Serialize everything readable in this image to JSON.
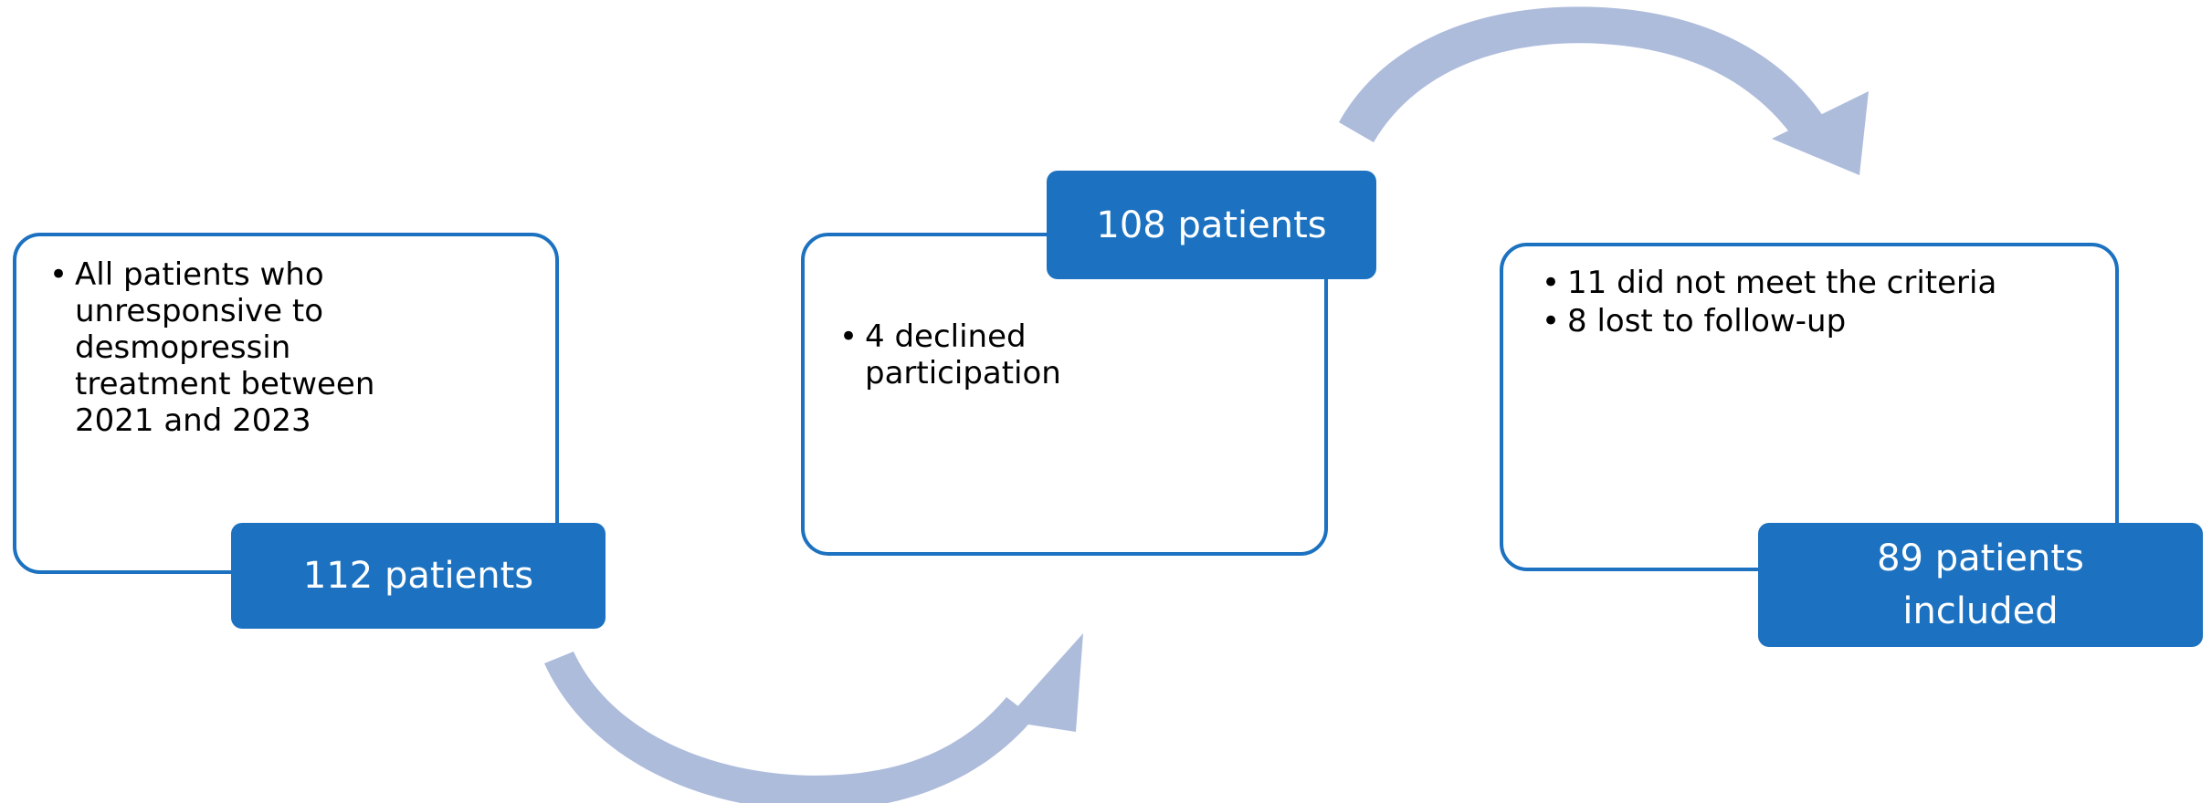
{
  "diagram": {
    "type": "patient-flow-consort",
    "accent_color": "#1C72C0",
    "arrow_color": "#AEBCDC",
    "text_color": "#000000",
    "badge_text_color": "#FFFFFF",
    "background_color": "#FFFFFF"
  },
  "stages": [
    {
      "id": "screened",
      "criteria": [
        "All patients who unresponsive to desmopressin treatment  between 2021 and 2023"
      ],
      "badge": {
        "lines": [
          "112 patients"
        ],
        "count": 112
      }
    },
    {
      "id": "declined",
      "criteria": [
        "4 declined participation"
      ],
      "badge": {
        "lines": [
          "108 patients"
        ],
        "count": 108
      }
    },
    {
      "id": "excluded",
      "criteria": [
        "11 did not meet the criteria",
        "8 lost to follow-up"
      ],
      "badge": {
        "lines": [
          "89 patients",
          "included"
        ],
        "count": 89
      }
    }
  ],
  "bullet_glyph": "•",
  "connectors": [
    {
      "id": "arrow-bottom",
      "from": "screened",
      "to": "declined",
      "shape": "curve-down",
      "direction": "left-to-right"
    },
    {
      "id": "arrow-top",
      "from": "declined",
      "to": "excluded",
      "shape": "curve-up",
      "direction": "left-to-right"
    }
  ]
}
